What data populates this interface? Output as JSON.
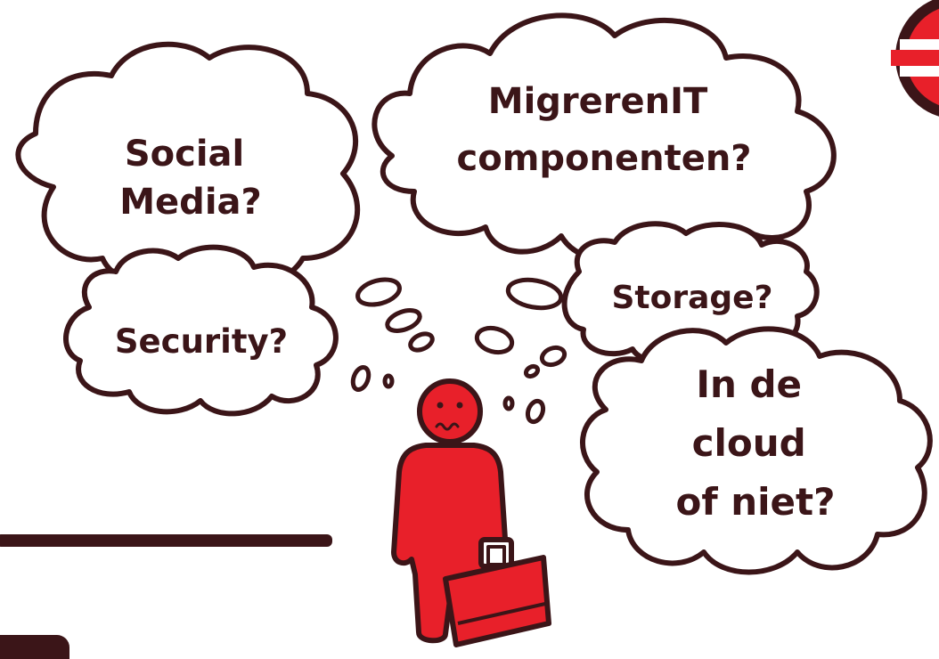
{
  "colors": {
    "outline": "#3b1518",
    "figure": "#e8202a",
    "background": "#ffffff",
    "logo_red": "#e8202a"
  },
  "clouds": {
    "social": [
      "Social",
      "Media?"
    ],
    "migrate": [
      "MigrerenIT",
      "componenten?"
    ],
    "security": [
      "Security?"
    ],
    "storage": [
      "Storage?"
    ],
    "cloud": [
      "In de",
      "cloud",
      "of niet?"
    ]
  },
  "icons": {
    "figure": "worried-businessman-icon",
    "briefcase": "briefcase-icon",
    "logo": "logo-icon"
  }
}
